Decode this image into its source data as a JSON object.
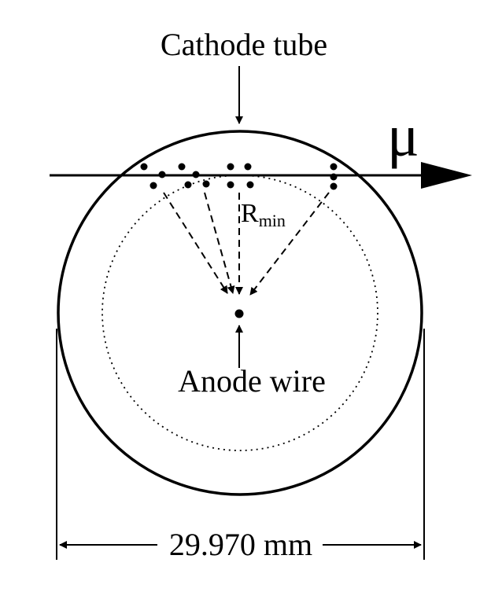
{
  "labels": {
    "cathode": "Cathode tube",
    "muon": "μ",
    "rmin": "R",
    "rmin_sub": "min",
    "anode": "Anode wire",
    "dimension": "29.970 mm"
  },
  "colors": {
    "stroke": "#000000",
    "background": "#ffffff"
  }
}
